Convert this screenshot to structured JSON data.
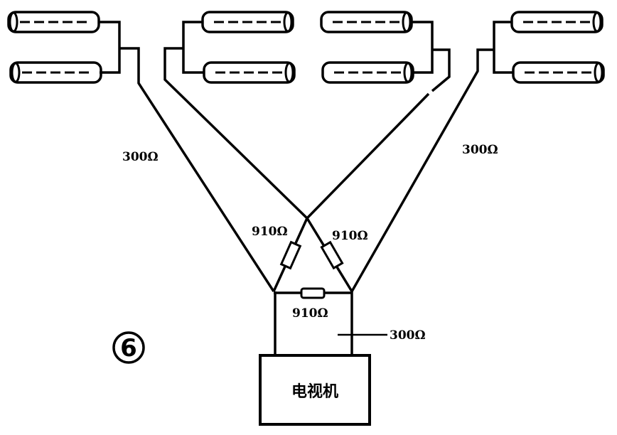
{
  "diagram": {
    "labels": {
      "feed_left": "300Ω",
      "feed_right": "300Ω",
      "resistor_left": "910Ω",
      "resistor_right": "910Ω",
      "resistor_bottom": "910Ω",
      "output_line": "300Ω",
      "tv": "电视机",
      "figure_number": "6"
    },
    "antenna_pairs": 4
  }
}
